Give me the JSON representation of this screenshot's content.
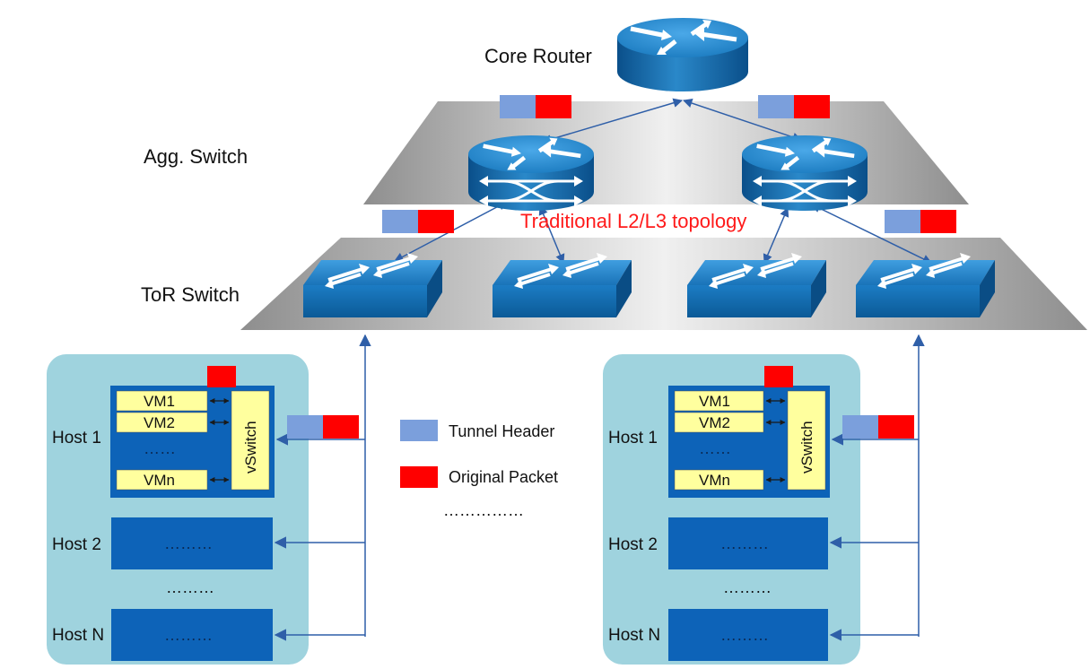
{
  "labels": {
    "core_router": "Core Router",
    "agg_switch": "Agg. Switch",
    "tor_switch": "ToR Switch",
    "topology": "Traditional L2/L3 topology"
  },
  "legend": {
    "tunnel_header": "Tunnel Header",
    "original_packet": "Original Packet",
    "ellipsis": "……………"
  },
  "host_groups": [
    {
      "host1": "Host 1",
      "host2": "Host 2",
      "hostn": "Host N",
      "vm1": "VM1",
      "vm2": "VM2",
      "vm_dots": "……",
      "vmn": "VMn",
      "vswitch": "vSwitch",
      "host2_dots": "………",
      "between_dots": "………",
      "hostn_dots": "………"
    },
    {
      "host1": "Host 1",
      "host2": "Host 2",
      "hostn": "Host N",
      "vm1": "VM1",
      "vm2": "VM2",
      "vm_dots": "……",
      "vmn": "VMn",
      "vswitch": "vSwitch",
      "host2_dots": "………",
      "between_dots": "………",
      "hostn_dots": "………"
    }
  ],
  "colors": {
    "tunnel_header": "#7b9fdc",
    "original_packet": "#ff0000",
    "host_area": "#9fd3de",
    "host_box": "#0d63b8",
    "vm_box": "#ffff9e",
    "link": "#2f5fa8"
  },
  "icons": {
    "router": "router-icon",
    "multilayer_switch": "multilayer-switch-icon",
    "switch": "switch-icon"
  }
}
